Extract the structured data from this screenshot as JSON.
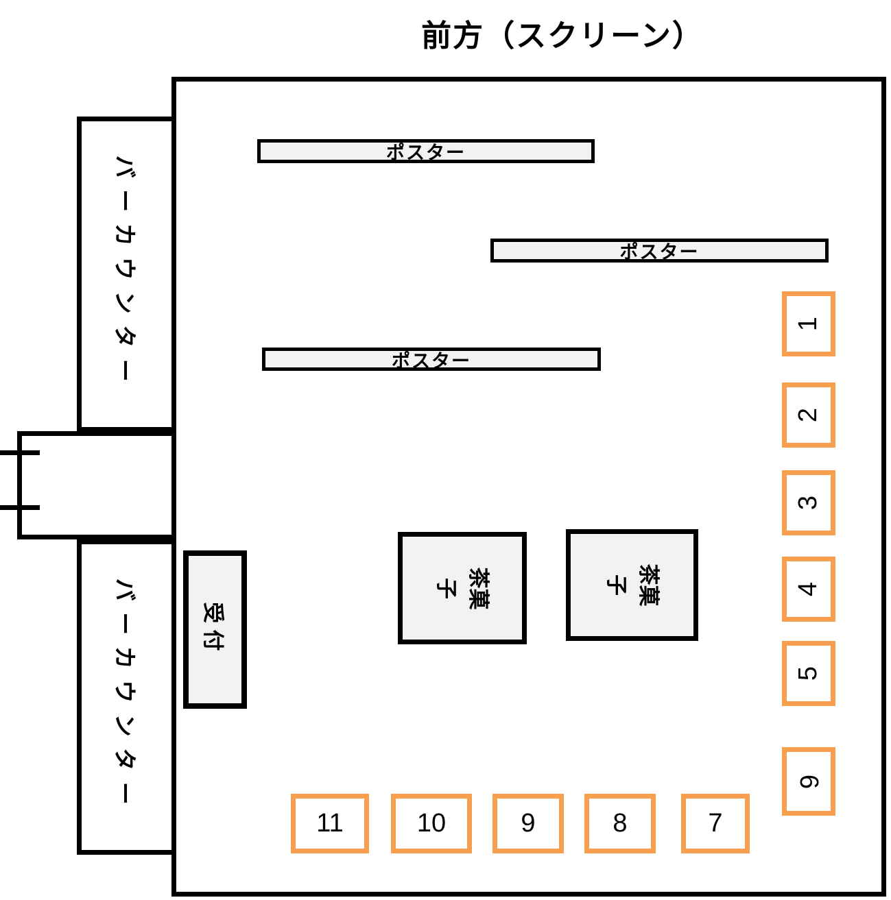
{
  "title": "前方（スクリーン）",
  "colors": {
    "seat_border": "#F79E4F",
    "furniture_fill": "#F2F2F2",
    "line": "#000000",
    "background": "#FFFFFF"
  },
  "room": {
    "bar_counters": [
      {
        "label": "バーカウンター"
      },
      {
        "label": "バーカウンター"
      }
    ],
    "posters": [
      {
        "label": "ポスター"
      },
      {
        "label": "ポスター"
      },
      {
        "label": "ポスター"
      }
    ],
    "reception": {
      "label": "受付"
    },
    "snack_tables": [
      {
        "label": "茶菓子"
      },
      {
        "label": "茶菓子"
      }
    ],
    "seats_right": [
      "1",
      "2",
      "3",
      "4",
      "5",
      "6"
    ],
    "seats_bottom": [
      "11",
      "10",
      "9",
      "8",
      "7"
    ]
  }
}
